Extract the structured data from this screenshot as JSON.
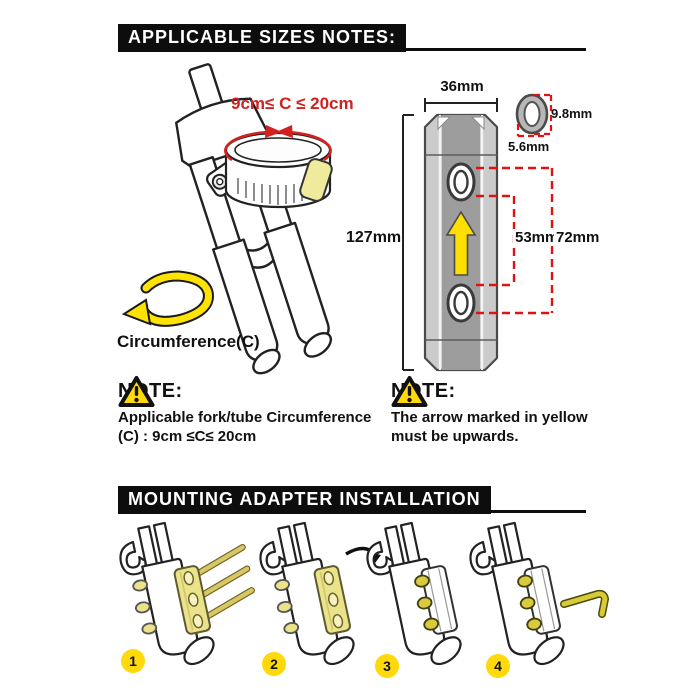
{
  "applicable_sizes": {
    "header": "APPLICABLE SIZES NOTES:",
    "clamp_range_label": "9cm≤ C ≤ 20cm",
    "circumference_label": "Circumference(C)",
    "plate_width": "36mm",
    "plate_height": "127mm",
    "hole_height": "9.8mm",
    "hole_width": "5.6mm",
    "hole_spacing_inner": "53mm",
    "hole_spacing_outer": "72mm",
    "note_left": {
      "title": "NOTE:",
      "line1": "Applicable fork/tube Circumference",
      "line2": "(C) : 9cm ≤C≤ 20cm"
    },
    "note_right": {
      "title": "NOTE:",
      "line1": "The arrow marked in yellow",
      "line2": "must be upwards."
    }
  },
  "installation": {
    "header": "MOUNTING ADAPTER INSTALLATION",
    "steps": [
      "1",
      "2",
      "3",
      "4"
    ]
  },
  "colors": {
    "accent_yellow": "#ffd90a",
    "pale_yellow": "#ebe38a",
    "warning_red": "#d0231f",
    "plate_gray": "#9d9d9d",
    "plate_light_gray": "#cbcbcb",
    "bar_black": "#0d0d0d"
  }
}
